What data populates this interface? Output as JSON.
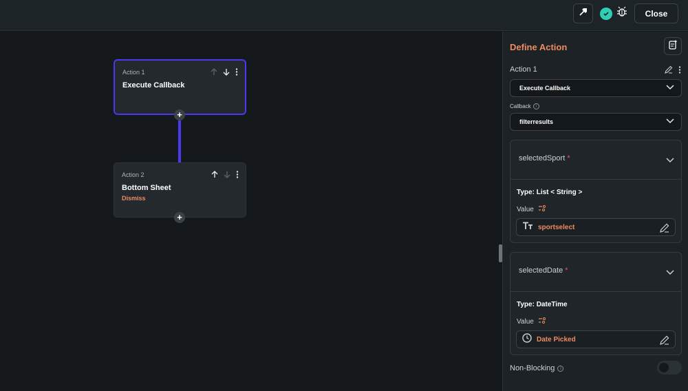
{
  "topbar": {
    "close_label": "Close"
  },
  "canvas": {
    "nodes": [
      {
        "label": "Action 1",
        "title": "Execute Callback",
        "subtitle": ""
      },
      {
        "label": "Action 2",
        "title": "Bottom Sheet",
        "subtitle": "Dismiss"
      }
    ],
    "add_symbol": "+"
  },
  "panel": {
    "title": "Define Action",
    "action_label": "Action 1",
    "action_type": "Execute Callback",
    "callback_label": "Callback",
    "callback_value": "filterresults",
    "params": [
      {
        "name": "selectedSport",
        "required_mark": "*",
        "type": "Type: List < String >",
        "value_label": "Value",
        "value": "sportselect",
        "value_icon": "text-type-icon"
      },
      {
        "name": "selectedDate",
        "required_mark": "*",
        "type": "Type: DateTime",
        "value_label": "Value",
        "value": "Date Picked",
        "value_icon": "clock-icon"
      }
    ],
    "non_blocking_label": "Non-Blocking",
    "non_blocking_on": false
  },
  "colors": {
    "accent": "#ee8b60",
    "primary": "#4b39ef",
    "success": "#2ecfb5"
  }
}
